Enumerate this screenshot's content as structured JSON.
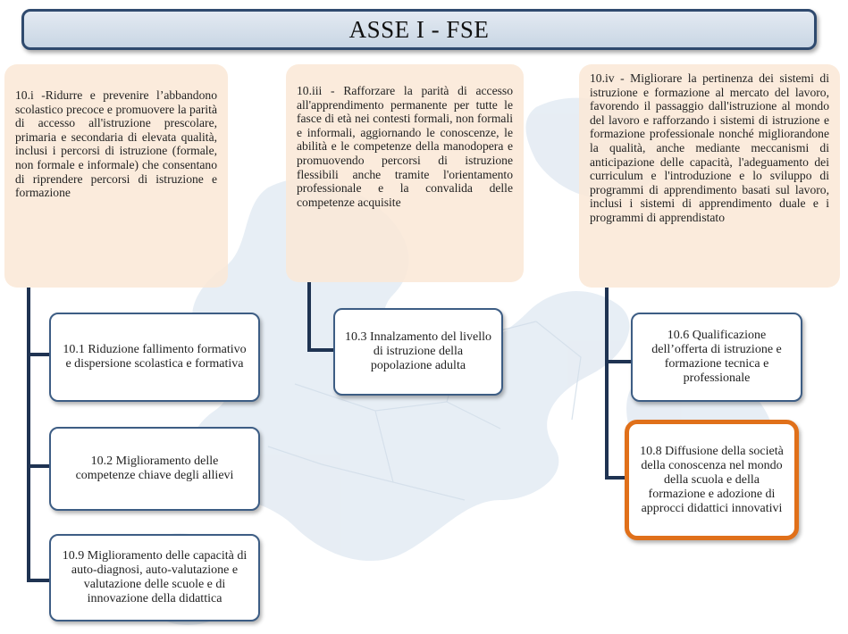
{
  "title": "ASSE I - FSE",
  "objectives": [
    {
      "text": "10.i -Ridurre e prevenire l’abbandono scolastico precoce e promuovere la parità di accesso all'istruzione prescolare, primaria e secondaria di elevata qualità, inclusi i percorsi di istruzione (formale, non formale e informale) che consentano di riprendere percorsi di istruzione e formazione"
    },
    {
      "text": "10.iii - Rafforzare la parità di accesso all'apprendimento permanente per tutte le fasce di età nei contesti formali, non formali e informali, aggiornando le conoscenze, le abilità e le competenze della manodopera e promuovendo percorsi di istruzione flessibili anche tramite l'orientamento professionale e la convalida delle competenze acquisite"
    },
    {
      "text": "10.iv - Migliorare la pertinenza dei sistemi di istruzione e formazione al mercato del lavoro, favorendo il passaggio dall'istruzione al mondo del lavoro e rafforzando i sistemi di istruzione e formazione professionale nonché migliorandone la qualità, anche mediante meccanismi di anticipazione delle capacità, l'adeguamento dei curriculum e l'introduzione e lo sviluppo di programmi di apprendimento basati sul lavoro, inclusi i sistemi di apprendimento duale e i programmi di apprendistato"
    }
  ],
  "actions": [
    {
      "text": "10.1 Riduzione fallimento formativo e dispersione scolastica e formativa"
    },
    {
      "text": "10.2 Miglioramento delle competenze chiave degli allievi"
    },
    {
      "text": "10.9 Miglioramento delle capacità di auto-diagnosi, auto-valutazione e valutazione delle scuole e di innovazione della didattica"
    },
    {
      "text": "10.3 Innalzamento del livello di istruzione della popolazione adulta"
    },
    {
      "text": "10.6 Qualificazione dell’offerta di istruzione e formazione tecnica e professionale"
    },
    {
      "text": "10.8 Diffusione della società della conoscenza nel mondo della scuola e della formazione e adozione di approcci didattici innovativi"
    }
  ],
  "colors": {
    "title_border": "#2f4a6e",
    "objective_fill": "#fae8d7",
    "box_border": "#3d5d84",
    "highlight_border": "#e0701a",
    "connector": "#1f3352"
  }
}
